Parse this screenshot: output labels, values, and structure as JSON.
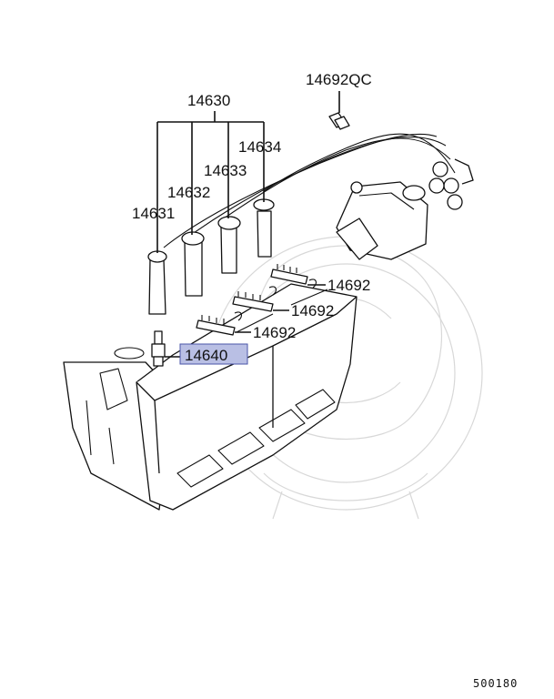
{
  "diagram": {
    "labels": {
      "harness_set": "14630",
      "bolt": "14692QC",
      "cable_4": "14634",
      "cable_3": "14633",
      "cable_2": "14632",
      "cable_1": "14631",
      "clamp_1": "14692",
      "clamp_2": "14692",
      "clamp_3": "14692",
      "spark_plug": "14640"
    },
    "highlight": {
      "fill": "#b9bfe4",
      "stroke": "#4a55a8"
    },
    "footer_code": "500180"
  }
}
